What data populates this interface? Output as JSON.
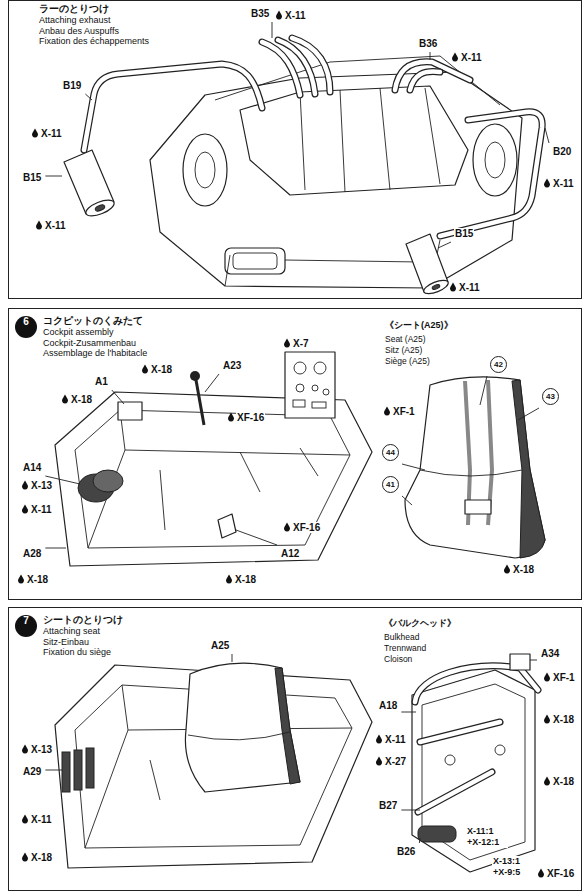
{
  "diagram": {
    "nodes": [
      {
        "text": [
          "ラーのとりつけ",
          "Attaching exhaust",
          "Anbau des Auspuffs",
          "Fixation des échappements"
        ]
      },
      {
        "text": [
          "コクピットのくみたて",
          "Cockpit assembly",
          "Cockpit-Zusammenbau",
          "Assemblage de l'habitacle"
        ]
      },
      {
        "text": [
          "6"
        ],
        "in": 1
      },
      {
        "text": [
          "シートのとりつけ",
          "Attaching seat",
          "Sitz-Einbau",
          "Fixation du siège"
        ]
      },
      {
        "text": [
          "7"
        ],
        "in": 3
      }
    ],
    "labels": [
      "B35",
      "X-11",
      "B36",
      "X-11",
      "B19",
      "X-11",
      "B15",
      "X-11",
      "B20",
      "X-11",
      "B15",
      "X-11",
      "X-7",
      "A23",
      "X-18",
      "A1",
      "X-18",
      "XF-16",
      "A14",
      "X-13",
      "X-11",
      "A28",
      "X-18",
      "X-18",
      "XF-16",
      "A12",
      "《シート(A25)》",
      "Seat (A25)",
      "Sitz (A25)",
      "Siège (A25)",
      "XF-1",
      "42",
      "43",
      "44",
      "41",
      "X-18",
      "A25",
      "X-13",
      "A29",
      "X-11",
      "X-18",
      "《バルクヘッド》",
      "Bulkhead",
      "Trennwand",
      "Cloison",
      "A34",
      "XF-1",
      "A18",
      "X-18",
      "X-11",
      "X-27",
      "X-18",
      "B27",
      "X-11:1 +X-12:1",
      "B26",
      "X-13:1 +X-9:5",
      "XF-16"
    ]
  }
}
